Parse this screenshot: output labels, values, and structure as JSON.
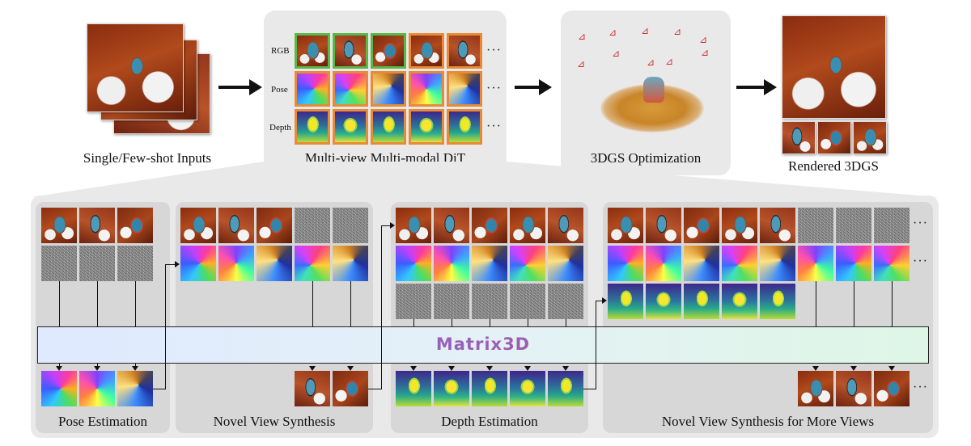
{
  "top": {
    "inputs_label": "Single/Few-shot Inputs",
    "dit_label": "Multi-view Multi-modal DiT",
    "opt_label": "3DGS Optimization",
    "rendered_label": "Rendered 3DGS",
    "row_labels": [
      "RGB",
      "Pose",
      "Depth"
    ],
    "ellipsis": "···"
  },
  "model_name": "Matrix3D",
  "bottom": {
    "panels": [
      "Pose Estimation",
      "Novel View Synthesis",
      "Depth Estimation",
      "Novel View Synthesis for More Views"
    ],
    "ellipsis": "···"
  },
  "colors": {
    "panel_bg": "#e9e9e9",
    "subpanel_bg": "#d7d7d7",
    "highlight_green": "#58b848",
    "highlight_orange": "#e88a36",
    "matrix_text_gradient": [
      "#6b6fe0",
      "#c8508c"
    ]
  }
}
